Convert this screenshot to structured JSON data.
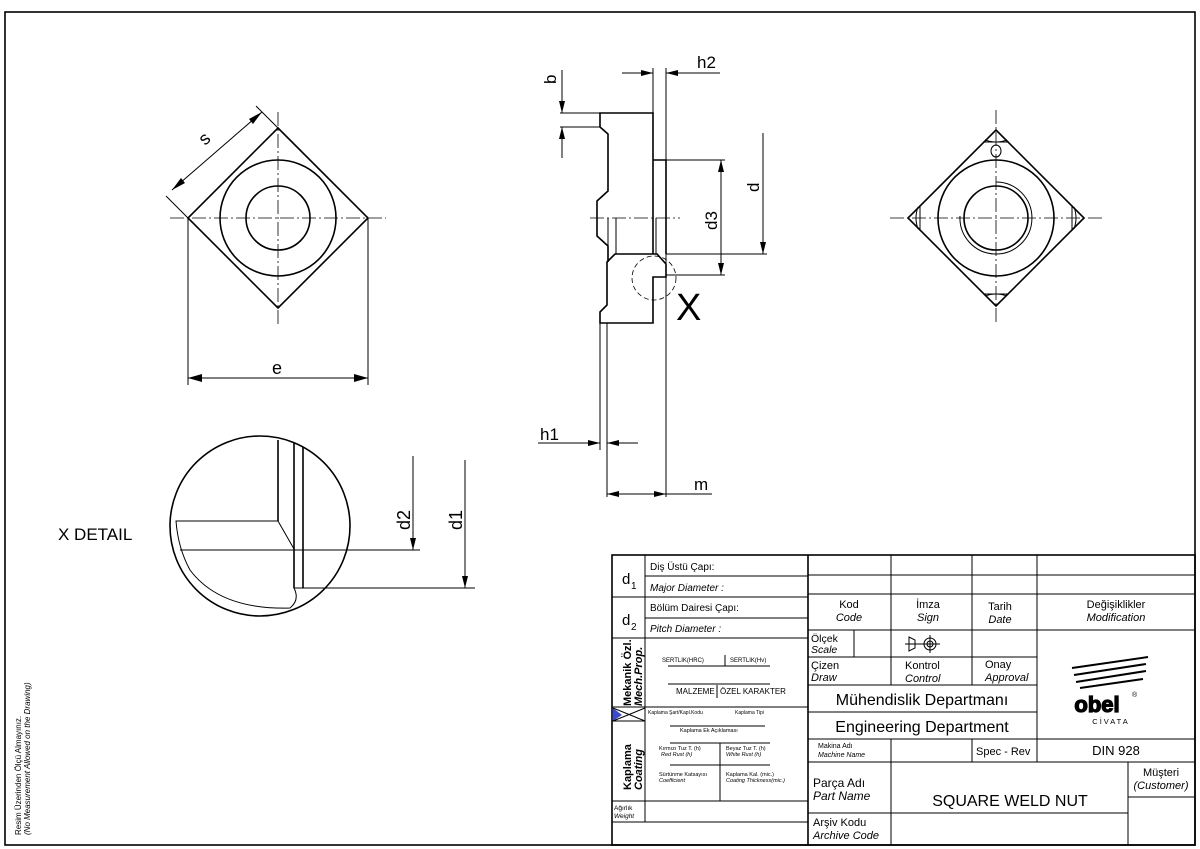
{
  "dimensions": {
    "s": "s",
    "e": "e",
    "b": "b",
    "h2": "h2",
    "d3": "d3",
    "d": "d",
    "h1": "h1",
    "m": "m",
    "x_marker": "X",
    "d2": "d2",
    "d1": "d1"
  },
  "detail_label": "X DETAIL",
  "margin_note": {
    "line1": "Resim Üzerinden Ölçü Almayınız.",
    "line2": "(No Measurement Allowed on the Drawing)"
  },
  "title_block": {
    "d1_symbol": "d",
    "d1_sub": "1",
    "d1_tr": "Diş Üstü Çapı:",
    "d1_en": "Major Diameter :",
    "d2_symbol": "d",
    "d2_sub": "2",
    "d2_tr": "Bölüm Dairesi Çapı:",
    "d2_en": "Pitch Diameter :",
    "mech_tr": "Mekanik Özl.",
    "mech_en": "Mech.Prop.",
    "hardness_hrc": "SERTLIK(HRC)",
    "hardness_hv": "SERTLIK(Hv)",
    "material": "MALZEME",
    "special_char": "ÖZEL KARAKTER",
    "coating_code": "Kaplama Şart/Kapl.Kodu",
    "coating_type": "Kaplama Tipi",
    "coating_extra": "Kaplama Ek Açıklaması",
    "red_rust_tr": "Kırmızı Tuz T. (h)",
    "red_rust_en": "Red Rust (h)",
    "white_rust_tr": "Beyaz Tuz T. (h)",
    "white_rust_en": "White Rust (h)",
    "friction_tr": "Sürtünme Katsayısı",
    "friction_en": "Coefficient",
    "thickness_tr": "Kaplama Kal. (mic.)",
    "thickness_en": "Coating Thickness(mic.)",
    "coating_tr": "Kaplama",
    "coating_en": "Coating",
    "weight_tr": "Ağırlık",
    "weight_en": "Weight",
    "code_tr": "Kod",
    "code_en": "Code",
    "sign_tr": "İmza",
    "sign_en": "Sign",
    "date_tr": "Tarih",
    "date_en": "Date",
    "mod_tr": "Değişiklikler",
    "mod_en": "Modification",
    "scale_tr": "Ölçek",
    "scale_en": "Scale",
    "draw_tr": "Çizen",
    "draw_en": "Draw",
    "control_tr": "Kontrol",
    "control_en": "Control",
    "approval_tr": "Onay",
    "approval_en": "Approval",
    "dept_tr": "Mühendislik Departmanı",
    "dept_en": "Engineering Department",
    "machine_tr": "Makina Adı",
    "machine_en": "Machine Name",
    "spec_rev": "Spec - Rev",
    "standard": "DIN 928",
    "part_tr": "Parça Adı",
    "part_en": "Part Name",
    "part_name": "SQUARE WELD NUT",
    "customer_tr": "Müşteri",
    "customer_en": "(Customer)",
    "archive_tr": "Arşiv Kodu",
    "archive_en": "Archive Code",
    "logo_text": "obel",
    "logo_sub": "CİVATA"
  }
}
